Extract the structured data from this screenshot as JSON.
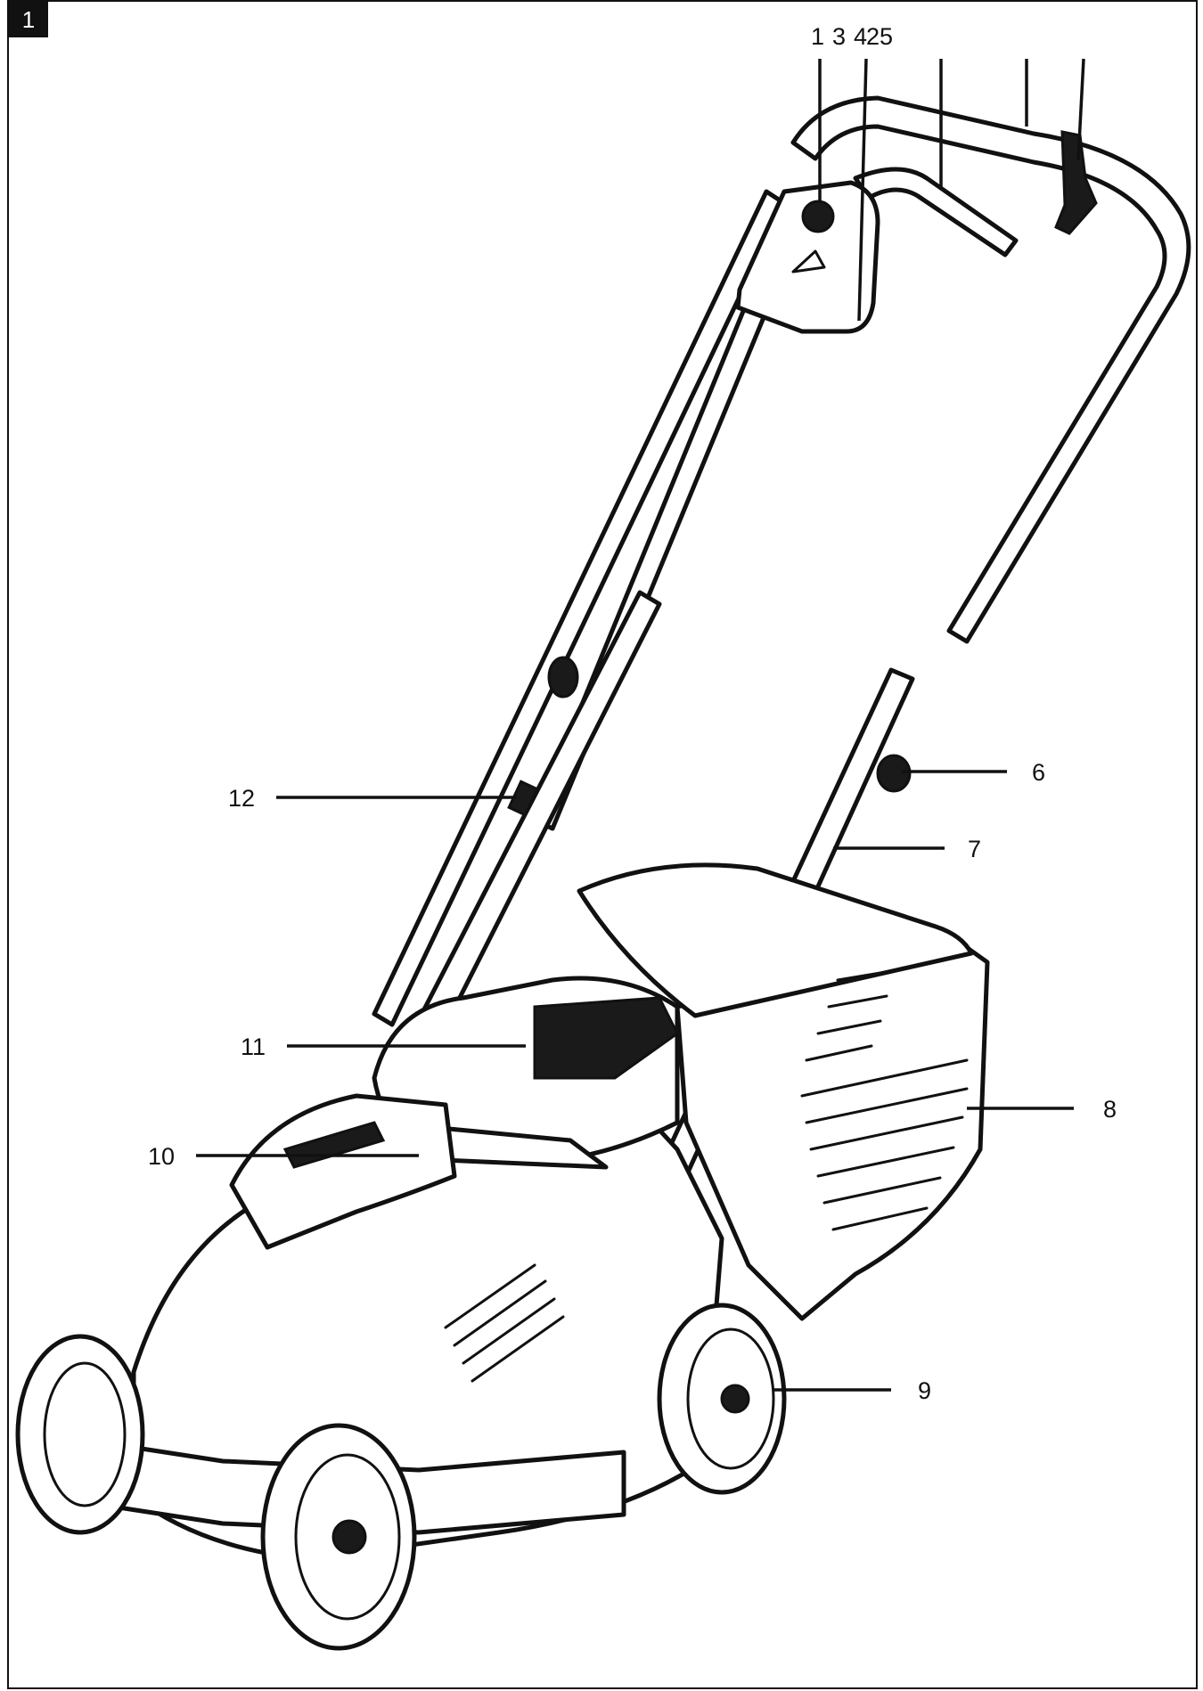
{
  "figure": {
    "number": "1"
  },
  "callouts": {
    "top": [
      "1",
      "3",
      "4",
      "2",
      "5"
    ],
    "n6": "6",
    "n7": "7",
    "n8": "8",
    "n9": "9",
    "n10": "10",
    "n11": "11",
    "n12": "12"
  },
  "colors": {
    "ink": "#111111",
    "paper": "#ffffff"
  }
}
